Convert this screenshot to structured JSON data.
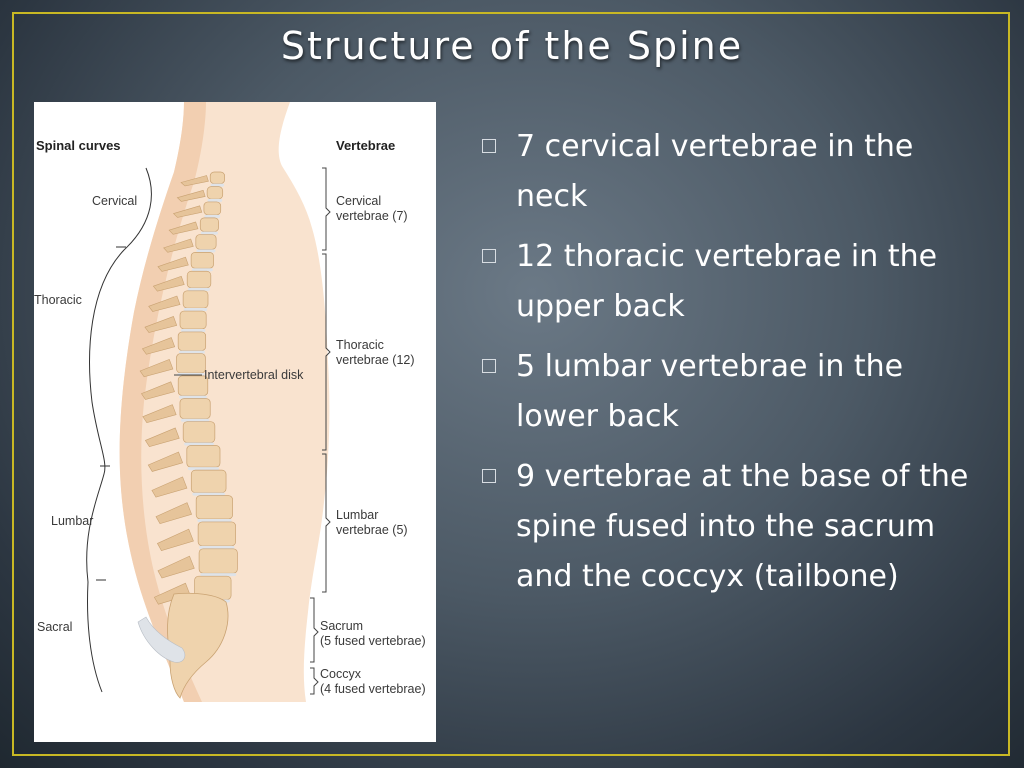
{
  "slide": {
    "title": "Structure of the Spine"
  },
  "figure": {
    "curves_heading": "Spinal curves",
    "vertebrae_heading": "Vertebrae",
    "curves": [
      "Cervical",
      "Thoracic",
      "Lumbar",
      "Sacral"
    ],
    "vertebrae": [
      [
        "Cervical",
        "vertebrae (7)"
      ],
      [
        "Thoracic",
        "vertebrae (12)"
      ],
      [
        "Lumbar",
        "vertebrae (5)"
      ],
      [
        "Sacrum",
        "(5 fused vertebrae)"
      ],
      [
        "Coccyx",
        "(4 fused vertebrae)"
      ]
    ],
    "disk_label": "Intervertebral disk"
  },
  "bullets": [
    "7 cervical vertebrae in the neck",
    "12 thoracic vertebrae in the upper back",
    "5 lumbar vertebrae in the lower back",
    "9 vertebrae at the base of the spine fused into the sacrum and the coccyx (tailbone)"
  ],
  "colors": {
    "frame": "#c8b824",
    "background": "#4c5965",
    "body_silhouette": "#f9e3cf",
    "bone": "#efd3ad"
  }
}
